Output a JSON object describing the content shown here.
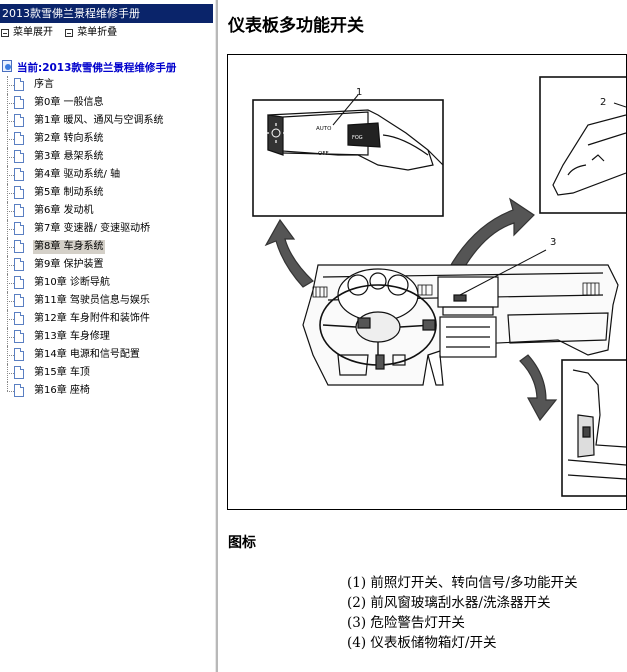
{
  "sidebar": {
    "manual_title": "2013款雪佛兰景程维修手册",
    "expand_label": "菜单展开",
    "collapse_label": "菜单折叠",
    "current_label": "当前:2013款雪佛兰景程维修手册",
    "items": [
      {
        "label": "序言"
      },
      {
        "label": "第0章 一般信息"
      },
      {
        "label": "第1章 暖风、通风与空调系统"
      },
      {
        "label": "第2章 转向系统"
      },
      {
        "label": "第3章 悬架系统"
      },
      {
        "label": "第4章 驱动系统/ 轴"
      },
      {
        "label": "第5章 制动系统"
      },
      {
        "label": "第6章 发动机"
      },
      {
        "label": "第7章 变速器/ 变速驱动桥"
      },
      {
        "label": "第8章 车身系统"
      },
      {
        "label": "第9章 保护装置"
      },
      {
        "label": "第10章 诊断导航"
      },
      {
        "label": "第11章 驾驶员信息与娱乐"
      },
      {
        "label": "第12章 车身附件和装饰件"
      },
      {
        "label": "第13章 车身修理"
      },
      {
        "label": "第14章 电源和信号配置"
      },
      {
        "label": "第15章 车顶"
      },
      {
        "label": "第16章 座椅"
      }
    ],
    "selected_index": 9
  },
  "content": {
    "title": "仪表板多功能开关",
    "figure": {
      "callouts": [
        "1",
        "2",
        "3"
      ],
      "stalk_labels": [
        "AUTO",
        "OFF",
        "FOG"
      ]
    },
    "legend_heading": "图标",
    "legend_items": [
      "(1) 前照灯开关、转向信号/多功能开关",
      "(2) 前风窗玻璃刮水器/洗涤器开关",
      "(3) 危险警告灯开关",
      "(4) 仪表板储物箱灯/开关"
    ]
  },
  "colors": {
    "title_bar_bg": "#0a246a",
    "root_text": "#0000cc",
    "selected_bg": "#d4d0c8",
    "divider": "#b8b8b8"
  }
}
